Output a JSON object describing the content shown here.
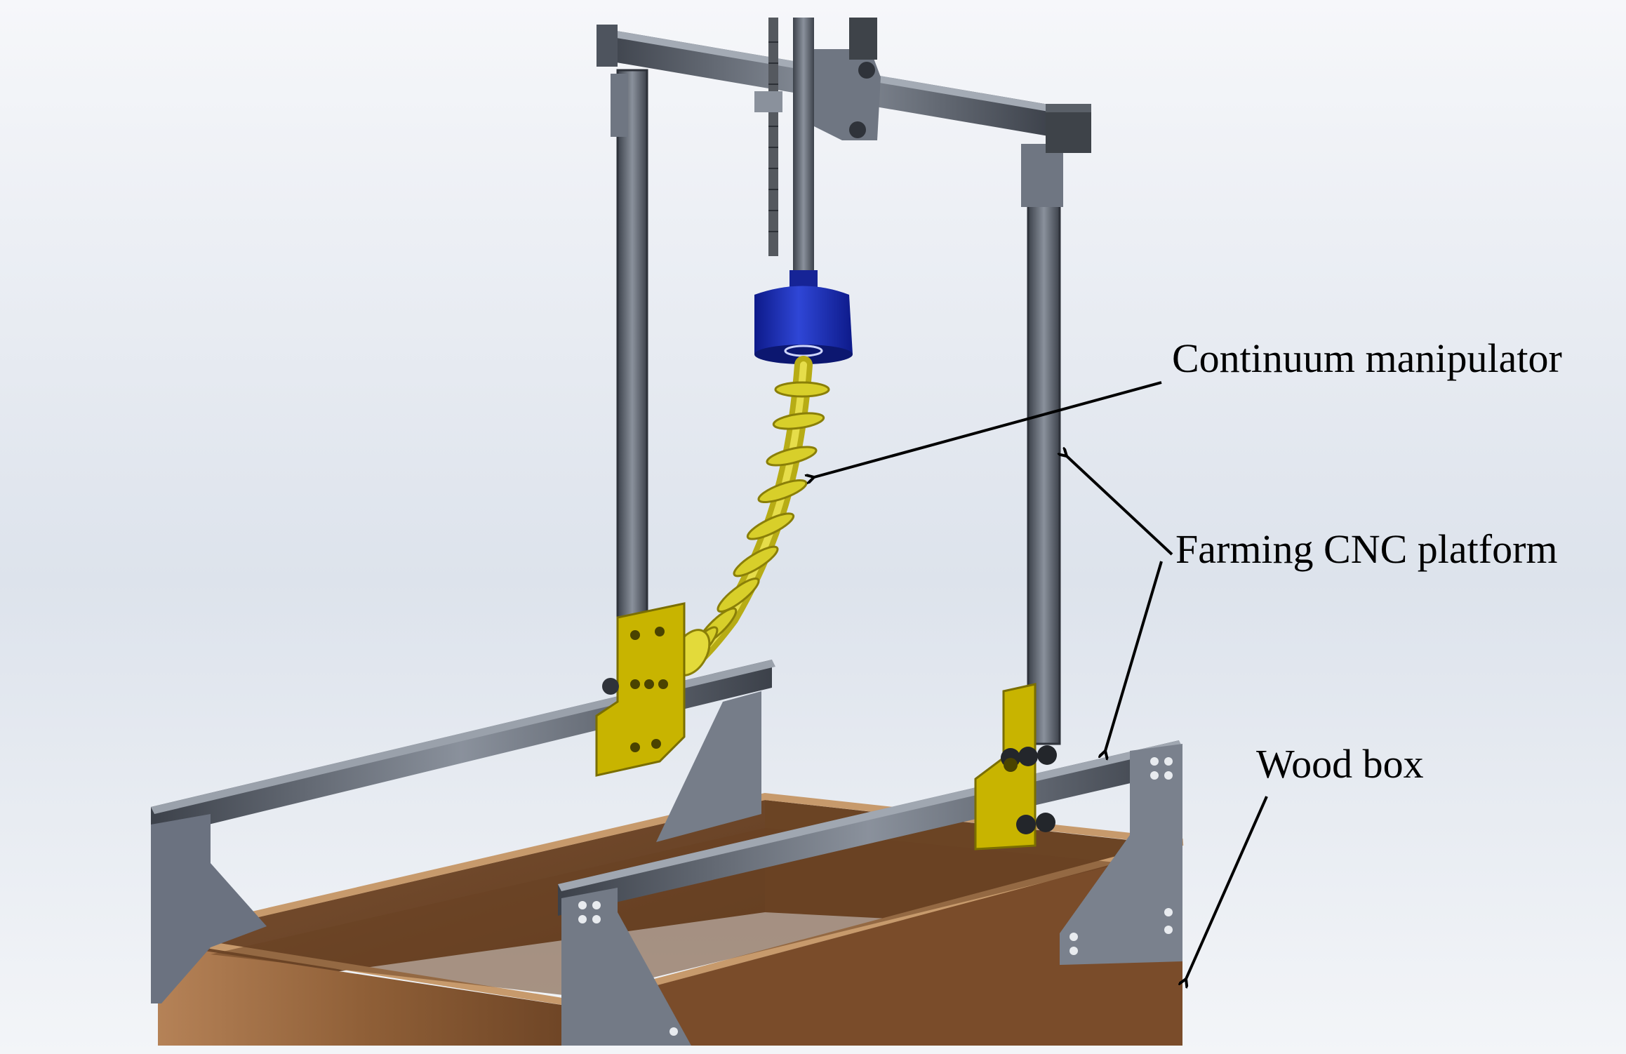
{
  "labels": {
    "continuum_manipulator": "Continuum manipulator",
    "farming_cnc_platform": "Farming CNC platform",
    "wood_box": "Wood box"
  },
  "colors": {
    "background_top": "#f4f6f9",
    "background_mid": "#dfe4ec",
    "aluminum_rail": "#5d6470",
    "aluminum_dark": "#363b44",
    "plate_gray": "#6f7682",
    "bracket_yellow": "#c8b400",
    "manipulator_yellow": "#d8cf2a",
    "motor_blue": "#1d2fb5",
    "wood": "#8a5a34",
    "arrow": "#000000"
  }
}
